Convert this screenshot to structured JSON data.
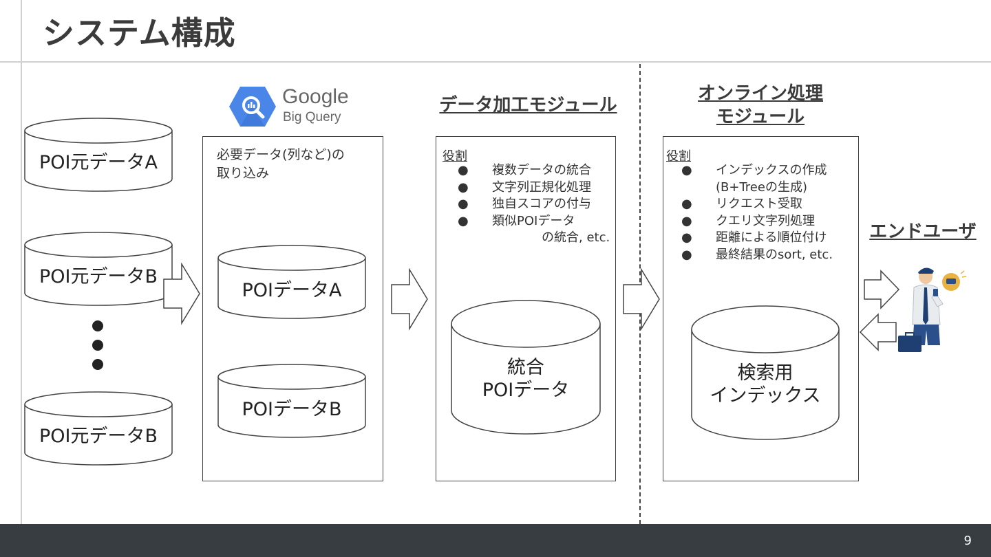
{
  "slide": {
    "title": "システム構成",
    "page_number": "9"
  },
  "sources": [
    {
      "label": "POI元データA"
    },
    {
      "label": "POI元データB"
    },
    {
      "label": "POI元データB"
    }
  ],
  "bigquery": {
    "brand_line1": "Google",
    "brand_line2": "Big Query",
    "panel_text": "必要データ(列など)の\n取り込み",
    "tables": [
      {
        "label": "POIデータA"
      },
      {
        "label": "POIデータB"
      }
    ]
  },
  "processing": {
    "heading": "データ加工モジュール",
    "role_label": "役割",
    "roles": [
      "複数データの統合",
      "文字列正規化処理",
      "独自スコアの付与",
      "類似POIデータ\n　　　　の統合, etc."
    ],
    "db_line1": "統合",
    "db_line2": "POIデータ"
  },
  "online": {
    "heading_line1": "オンライン処理",
    "heading_line2": "モジュール",
    "role_label": "役割",
    "roles": [
      "インデックスの作成\n(B+Treeの生成)",
      "リクエスト受取",
      "クエリ文字列処理",
      "距離による順位付け",
      "最終結果のsort, etc."
    ],
    "db_line1": "検索用",
    "db_line2": "インデックス"
  },
  "end_user": {
    "heading": "エンドユーザ"
  },
  "icons": {
    "bigquery_logo": "bigquery-hexagon-icon",
    "end_user": "businessman-with-phone-icon",
    "bullet": "●"
  },
  "colors": {
    "bigquery_blue": "#4a86e8",
    "footer": "#383d41",
    "suit": "#2b4f8a"
  }
}
